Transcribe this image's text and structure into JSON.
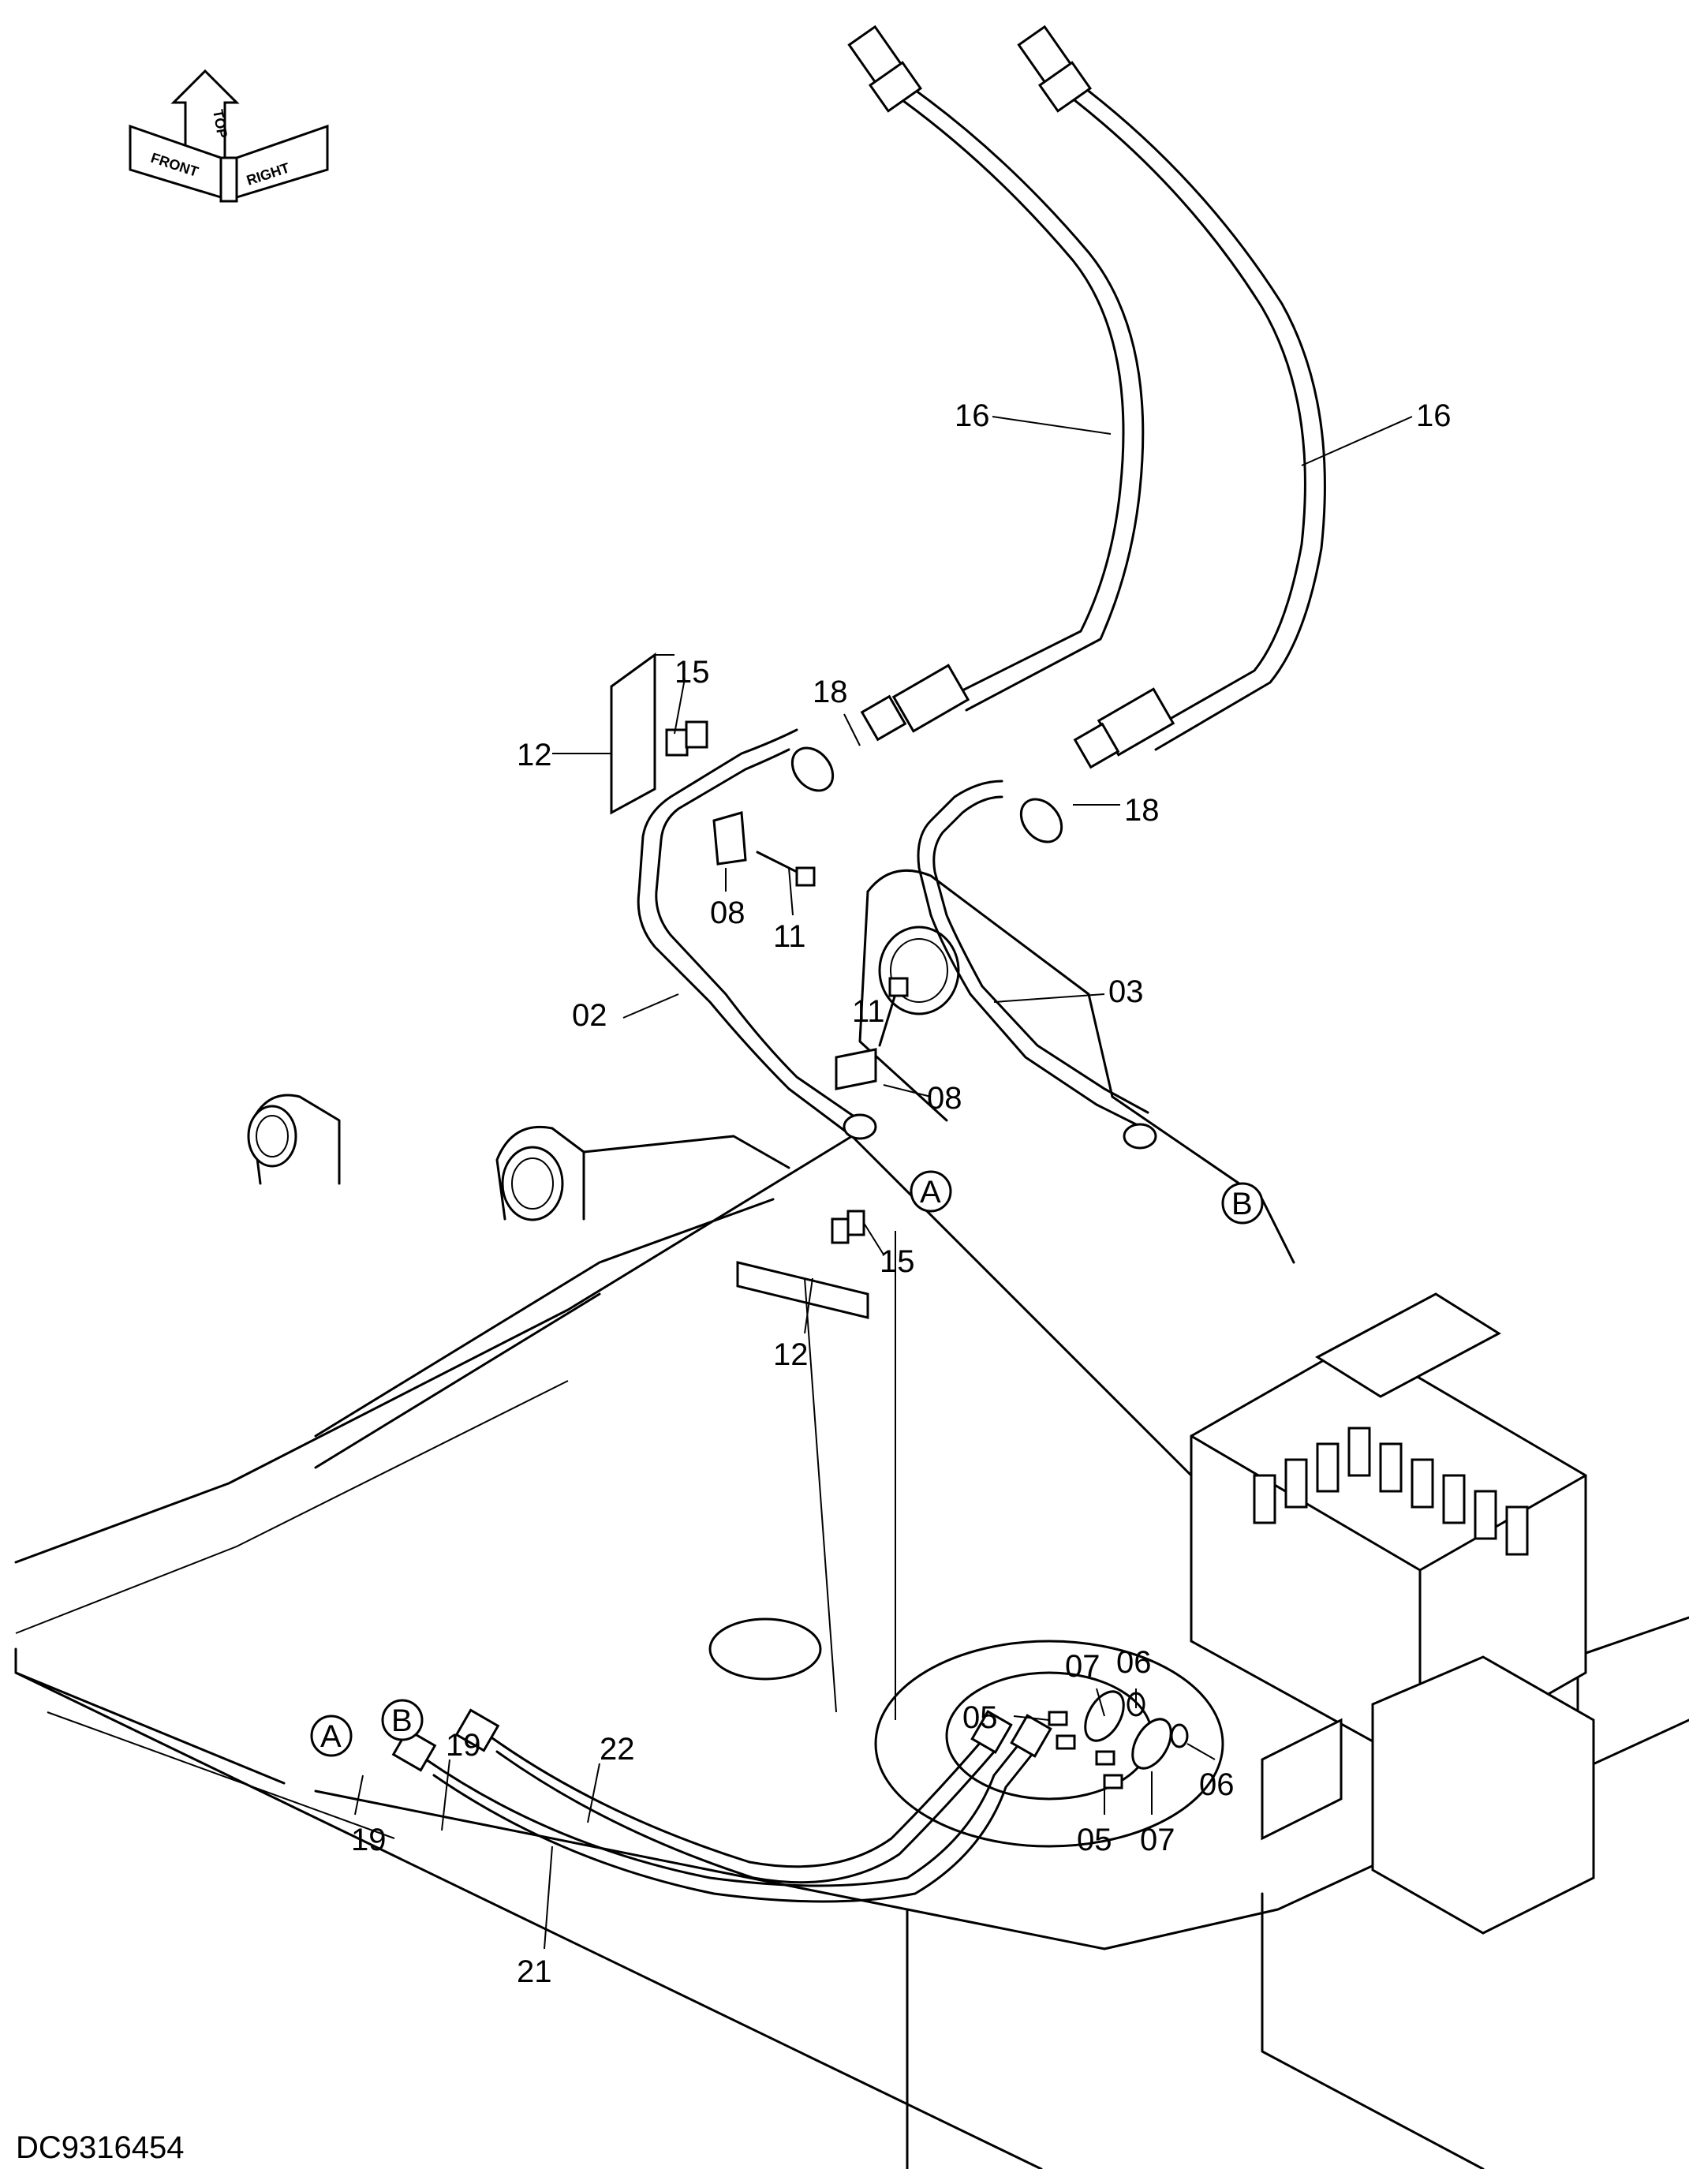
{
  "orientation": {
    "front": "FRONT",
    "top": "TOP",
    "right": "RIGHT"
  },
  "callouts": {
    "p16a": "16",
    "p16b": "16",
    "p15a": "15",
    "p15b": "15",
    "p12a": "12",
    "p12b": "12",
    "p18a": "18",
    "p18b": "18",
    "p08a": "08",
    "p08b": "08",
    "p11a": "11",
    "p11b": "11",
    "p02": "02",
    "p03": "03",
    "p07a": "07",
    "p07b": "07",
    "p06a": "06",
    "p06b": "06",
    "p05a": "05",
    "p05b": "05",
    "p19a": "19",
    "p19b": "19",
    "p22": "22",
    "p21": "21"
  },
  "connectors": {
    "A_top": "A",
    "B_top": "B",
    "A_bottom": "A",
    "B_bottom": "B"
  },
  "drawing_code": "DC9316454"
}
